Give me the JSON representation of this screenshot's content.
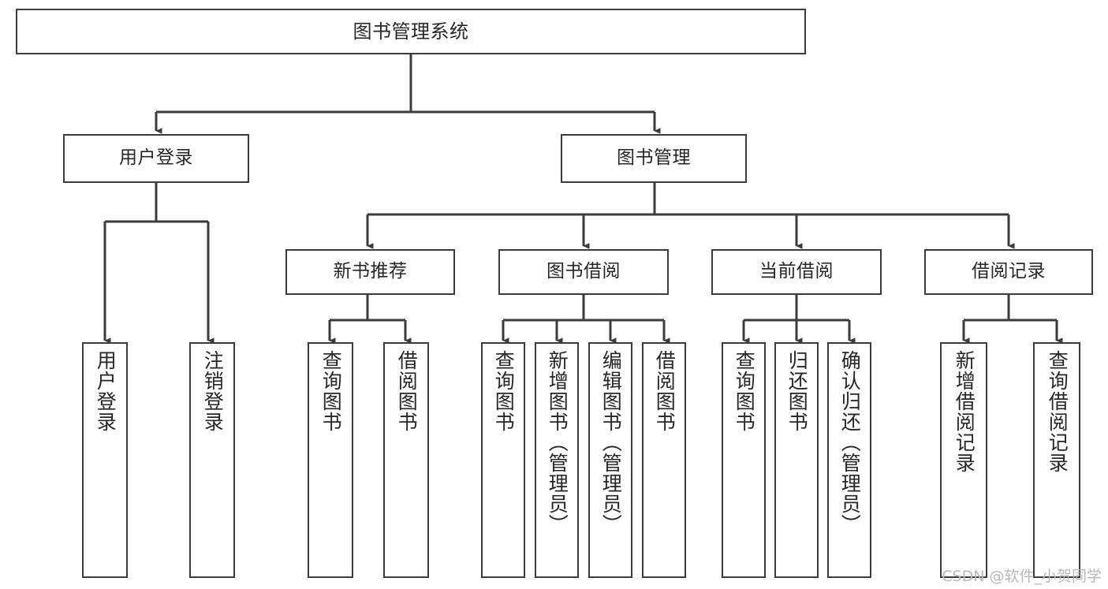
{
  "diagram": {
    "title": "图书管理系统",
    "type": "tree",
    "watermark": "CSDN @软件_小贺同学",
    "colors": {
      "node_border": "#3b3b3b",
      "node_fill": "#ffffff",
      "edge": "#3b3b3b",
      "text": "#262626",
      "watermark": "#b9b9b9",
      "background": "#ffffff"
    },
    "nodes": {
      "root": {
        "label": "图书管理系统"
      },
      "level2": [
        {
          "id": "user-login",
          "label": "用户登录"
        },
        {
          "id": "book-manage",
          "label": "图书管理"
        }
      ],
      "level3": [
        {
          "id": "new-book-rec",
          "label": "新书推荐"
        },
        {
          "id": "book-borrow",
          "label": "图书借阅"
        },
        {
          "id": "current-borrow",
          "label": "当前借阅"
        },
        {
          "id": "borrow-record",
          "label": "借阅记录"
        }
      ],
      "leaves": [
        {
          "id": "leaf-user-login",
          "parent": "user-login",
          "label": "用户登录"
        },
        {
          "id": "leaf-logout",
          "parent": "user-login",
          "label": "注销登录"
        },
        {
          "id": "leaf-query-book-1",
          "parent": "new-book-rec",
          "label": "查询图书"
        },
        {
          "id": "leaf-borrow-book-1",
          "parent": "new-book-rec",
          "label": "借阅图书"
        },
        {
          "id": "leaf-query-book-2",
          "parent": "book-borrow",
          "label": "查询图书"
        },
        {
          "id": "leaf-add-book",
          "parent": "book-borrow",
          "label": "新增图书（管理员）"
        },
        {
          "id": "leaf-edit-book",
          "parent": "book-borrow",
          "label": "编辑图书（管理员）"
        },
        {
          "id": "leaf-borrow-book-2",
          "parent": "book-borrow",
          "label": "借阅图书"
        },
        {
          "id": "leaf-query-book-3",
          "parent": "current-borrow",
          "label": "查询图书"
        },
        {
          "id": "leaf-return-book",
          "parent": "current-borrow",
          "label": "归还图书"
        },
        {
          "id": "leaf-confirm-return",
          "parent": "current-borrow",
          "label": "确认归还（管理员）"
        },
        {
          "id": "leaf-add-record",
          "parent": "borrow-record",
          "label": "新增借阅记录"
        },
        {
          "id": "leaf-query-record",
          "parent": "borrow-record",
          "label": "查询借阅记录"
        }
      ]
    }
  }
}
